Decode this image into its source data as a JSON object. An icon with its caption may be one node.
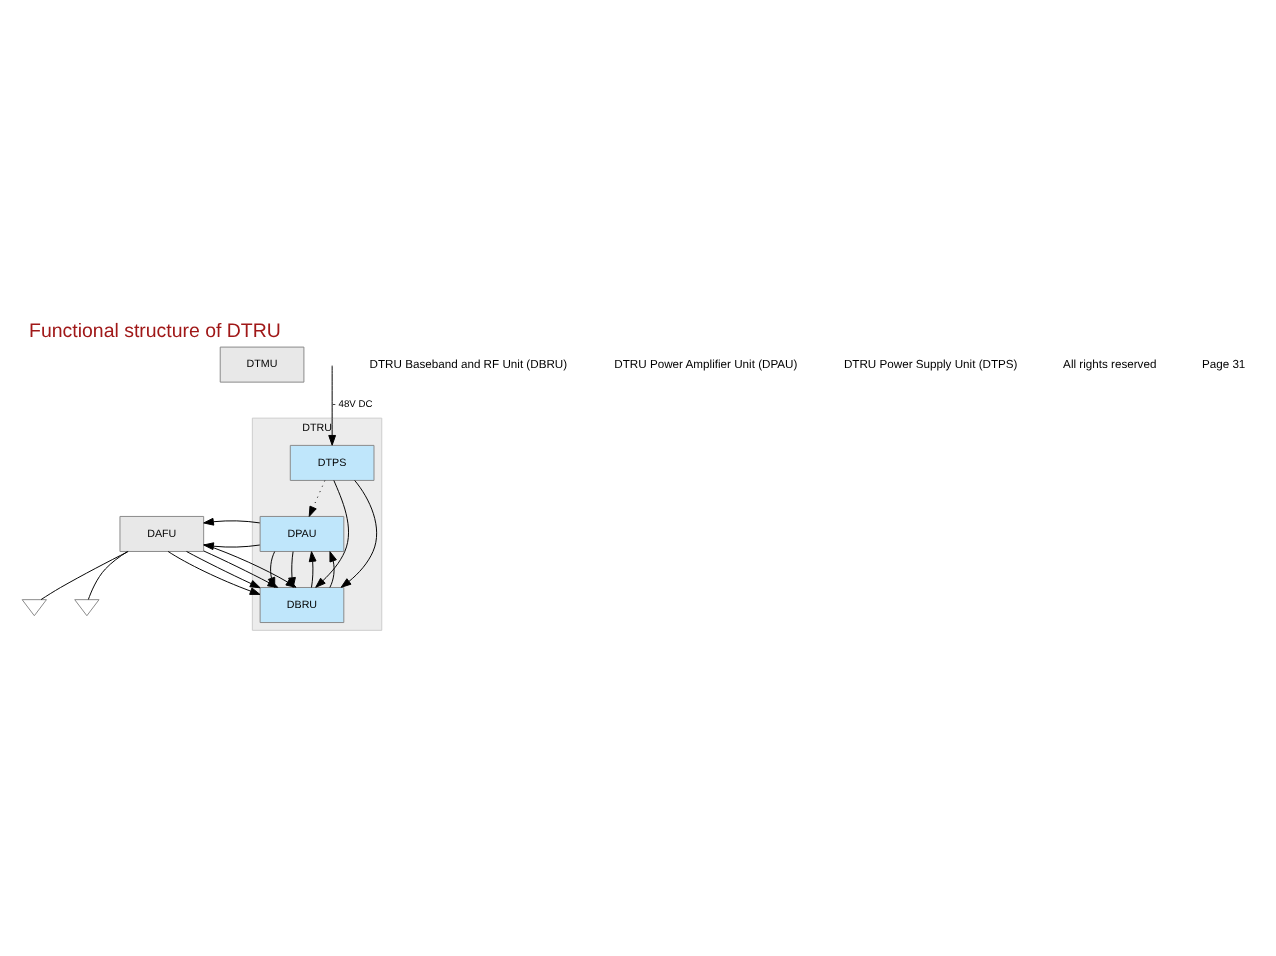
{
  "diagram": {
    "title": "Functional structure of DTRU",
    "nodes": [
      {
        "text": [
          "DTMU"
        ]
      },
      {
        "text": [
          "DTRU"
        ]
      },
      {
        "text": [
          "DPAU"
        ],
        "in": 1
      },
      {
        "text": [
          "DBRU"
        ],
        "in": 1
      },
      {
        "text": [
          "DTPS"
        ],
        "in": 1
      },
      {
        "text": [
          "DAFU"
        ]
      },
      {
        "text": [],
        "shape": "antenna"
      },
      {
        "text": [],
        "shape": "antenna"
      }
    ],
    "edges": [
      {
        "from": 4,
        "to": 2,
        "arrow": "to",
        "style": "dashed"
      },
      {
        "from": 2,
        "to": 3,
        "arrow": "to"
      },
      {
        "from": 2,
        "to": 3,
        "arrow": "to"
      },
      {
        "from": 3,
        "to": 2,
        "arrow": "to"
      },
      {
        "from": 3,
        "to": 2,
        "arrow": "to"
      },
      {
        "from": 4,
        "to": 3,
        "arrow": "to"
      },
      {
        "from": 4,
        "to": 3,
        "arrow": "to"
      },
      {
        "from": 2,
        "to": 5,
        "arrow": "to"
      },
      {
        "from": 2,
        "to": 5,
        "arrow": "to"
      },
      {
        "from": 5,
        "to": 3,
        "arrow": "to"
      },
      {
        "from": 5,
        "to": 3,
        "arrow": "to"
      },
      {
        "from": 5,
        "to": 3,
        "arrow": "to"
      },
      {
        "from": 5,
        "to": 3,
        "arrow": "to"
      },
      {
        "from": 5,
        "to": 6,
        "arrow": "none"
      },
      {
        "from": 5,
        "to": 7,
        "arrow": "none"
      },
      {
        "from": null,
        "to": 4,
        "arrow": "to",
        "label": "- 48V DC"
      }
    ],
    "labels": [
      "DTRU Baseband and RF Unit (DBRU)",
      "DTRU Power Amplifier Unit (DPAU)",
      "DTRU Power Supply Unit (DTPS)",
      "All rights reserved",
      "Page 31"
    ]
  }
}
